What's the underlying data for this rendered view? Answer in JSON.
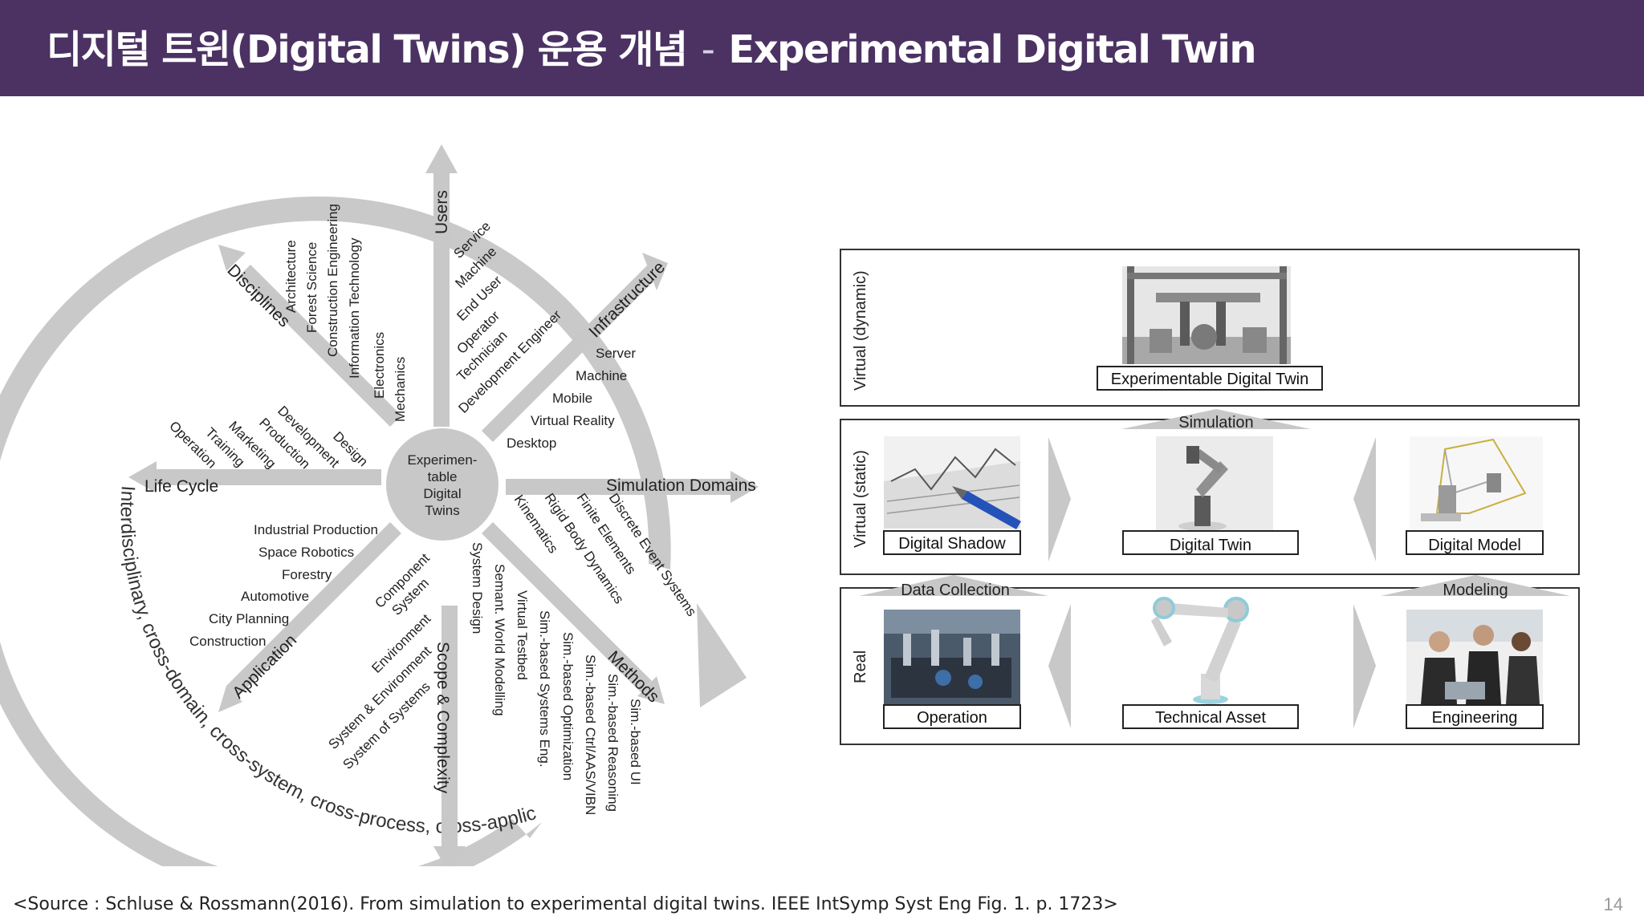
{
  "header": {
    "title": "디지털 트윈(Digital Twins) 운용 개념",
    "separator": "-",
    "subtitle": "Experimental Digital Twin"
  },
  "wheel": {
    "center": [
      "Experimen-",
      "table",
      "Digital",
      "Twins"
    ],
    "outer_label": "Interdisciplinary, cross-domain, cross-system, cross-process, cross-application",
    "axes": {
      "users": {
        "label": "Users",
        "items": [
          "Service",
          "Machine",
          "End User",
          "Operator",
          "Technician",
          "Development Engineer"
        ]
      },
      "infrastructure": {
        "label": "Infrastructure",
        "items": [
          "Server",
          "Machine",
          "Mobile",
          "Virtual Reality",
          "Desktop"
        ]
      },
      "simulation_domains": {
        "label": "Simulation Domains",
        "items": [
          "Kinematics",
          "Rigid Body Dynamics",
          "Finite Elements",
          "Discrete Event Systems"
        ]
      },
      "methods": {
        "label": "Methods",
        "items": [
          "System Design",
          "Semant. World Modelling",
          "Virtual Testbed",
          "Sim.-based Systems Eng.",
          "Sim.-based Optimization",
          "Sim.-based Ctrl/AAS/VIBN",
          "Sim.-based Reasoning",
          "Sim.-based UI"
        ]
      },
      "scope": {
        "label": "Scope & Complexity",
        "items": [
          "Component",
          "System",
          "Environment",
          "System & Environment",
          "System of Systems"
        ]
      },
      "application": {
        "label": "Application",
        "items": [
          "Industrial Production",
          "Space Robotics",
          "Forestry",
          "Automotive",
          "City Planning",
          "Construction"
        ]
      },
      "life_cycle": {
        "label": "Life Cycle",
        "items": [
          "Design",
          "Development",
          "Production",
          "Marketing",
          "Training",
          "Operation"
        ]
      },
      "disciplines": {
        "label": "Disciplines",
        "items": [
          "Architecture",
          "Forest Science",
          "Construction Engineering",
          "Information Technology",
          "Electronics",
          "Mechanics"
        ]
      }
    }
  },
  "twin_diagram": {
    "rows": {
      "dynamic": "Virtual (dynamic)",
      "static": "Virtual (static)",
      "real": "Real"
    },
    "boxes": {
      "experimentable": "Experimentable Digital Twin",
      "shadow": "Digital Shadow",
      "twin": "Digital Twin",
      "model": "Digital Model",
      "operation": "Operation",
      "asset": "Technical Asset",
      "engineering": "Engineering"
    },
    "arrows": {
      "simulation": "Simulation",
      "data_collection": "Data Collection",
      "modeling": "Modeling"
    },
    "colors": {
      "frame": "#333333",
      "arrow": "#c8c8c8"
    }
  },
  "footer": {
    "source": "<Source : Schluse & Rossmann(2016). From simulation to experimental digital twins. IEEE IntSymp Syst Eng Fig. 1. p. 1723>",
    "page_number": "14"
  }
}
